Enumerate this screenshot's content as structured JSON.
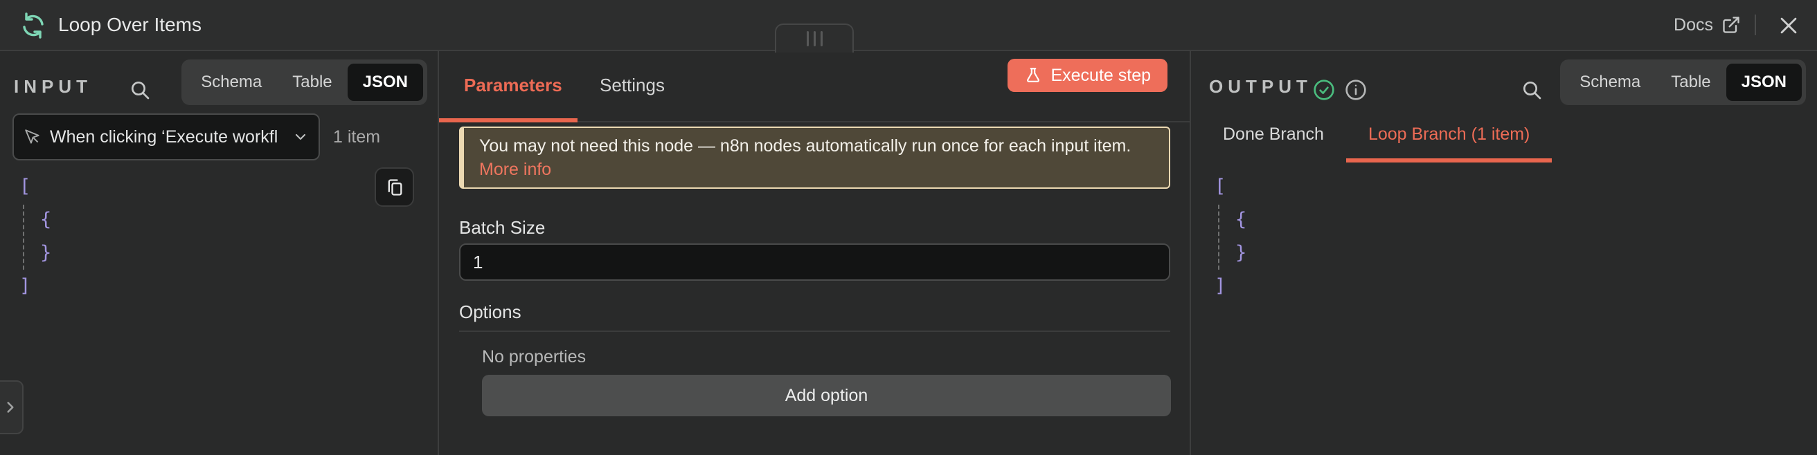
{
  "colors": {
    "accent": "#ee6e5a",
    "tab_underline": "#e9664e",
    "node_icon_teal": "#7ed6b5",
    "success_green": "#4abc7e",
    "json_bracket_purple": "#a295e0",
    "notice_border": "#ecd9b2",
    "notice_background": "#4f4838"
  },
  "header": {
    "title": "Loop Over Items",
    "docs_label": "Docs"
  },
  "input_panel": {
    "label": "INPUT",
    "view_tabs": [
      "Schema",
      "Table",
      "JSON"
    ],
    "active_view_tab": "JSON",
    "source_dropdown": {
      "value": "When clicking ‘Execute workfl",
      "count": "1 item"
    },
    "json_lines": [
      "[",
      "{",
      "}",
      "]"
    ]
  },
  "parameters_panel": {
    "tabs": [
      "Parameters",
      "Settings"
    ],
    "active_tab": "Parameters",
    "execute_button": "Execute step",
    "notice_text": "You may not need this node — n8n nodes automatically run once for each input item.",
    "notice_link": "More info",
    "batch_size_label": "Batch Size",
    "batch_size_value": "1",
    "options_label": "Options",
    "options_empty": "No properties",
    "add_option_label": "Add option"
  },
  "output_panel": {
    "label": "OUTPUT",
    "view_tabs": [
      "Schema",
      "Table",
      "JSON"
    ],
    "active_view_tab": "JSON",
    "branch_tabs": [
      "Done Branch",
      "Loop Branch (1 item)"
    ],
    "active_branch_tab": "Loop Branch (1 item)",
    "json_lines": [
      "[",
      "{",
      "}",
      "]"
    ]
  }
}
